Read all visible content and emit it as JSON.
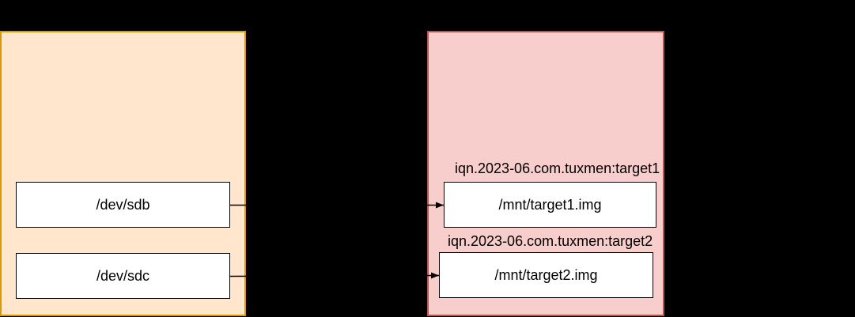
{
  "diagram": {
    "background_color": "#000000",
    "initiator_box": {
      "fill_color": "#ffe6cc",
      "border_color": "#d79b00",
      "devices": [
        {
          "label": "/dev/sdb"
        },
        {
          "label": "/dev/sdc"
        }
      ]
    },
    "target_box": {
      "fill_color": "#f8cecc",
      "border_color": "#b85450",
      "targets": [
        {
          "iqn": "iqn.2023-06.com.tuxmen:target1",
          "file": "/mnt/target1.img"
        },
        {
          "iqn": "iqn.2023-06.com.tuxmen:target2",
          "file": "/mnt/target2.img"
        }
      ]
    },
    "connector_color": "#000000",
    "node_fill_color": "#ffffff",
    "node_border_color": "#000000"
  }
}
